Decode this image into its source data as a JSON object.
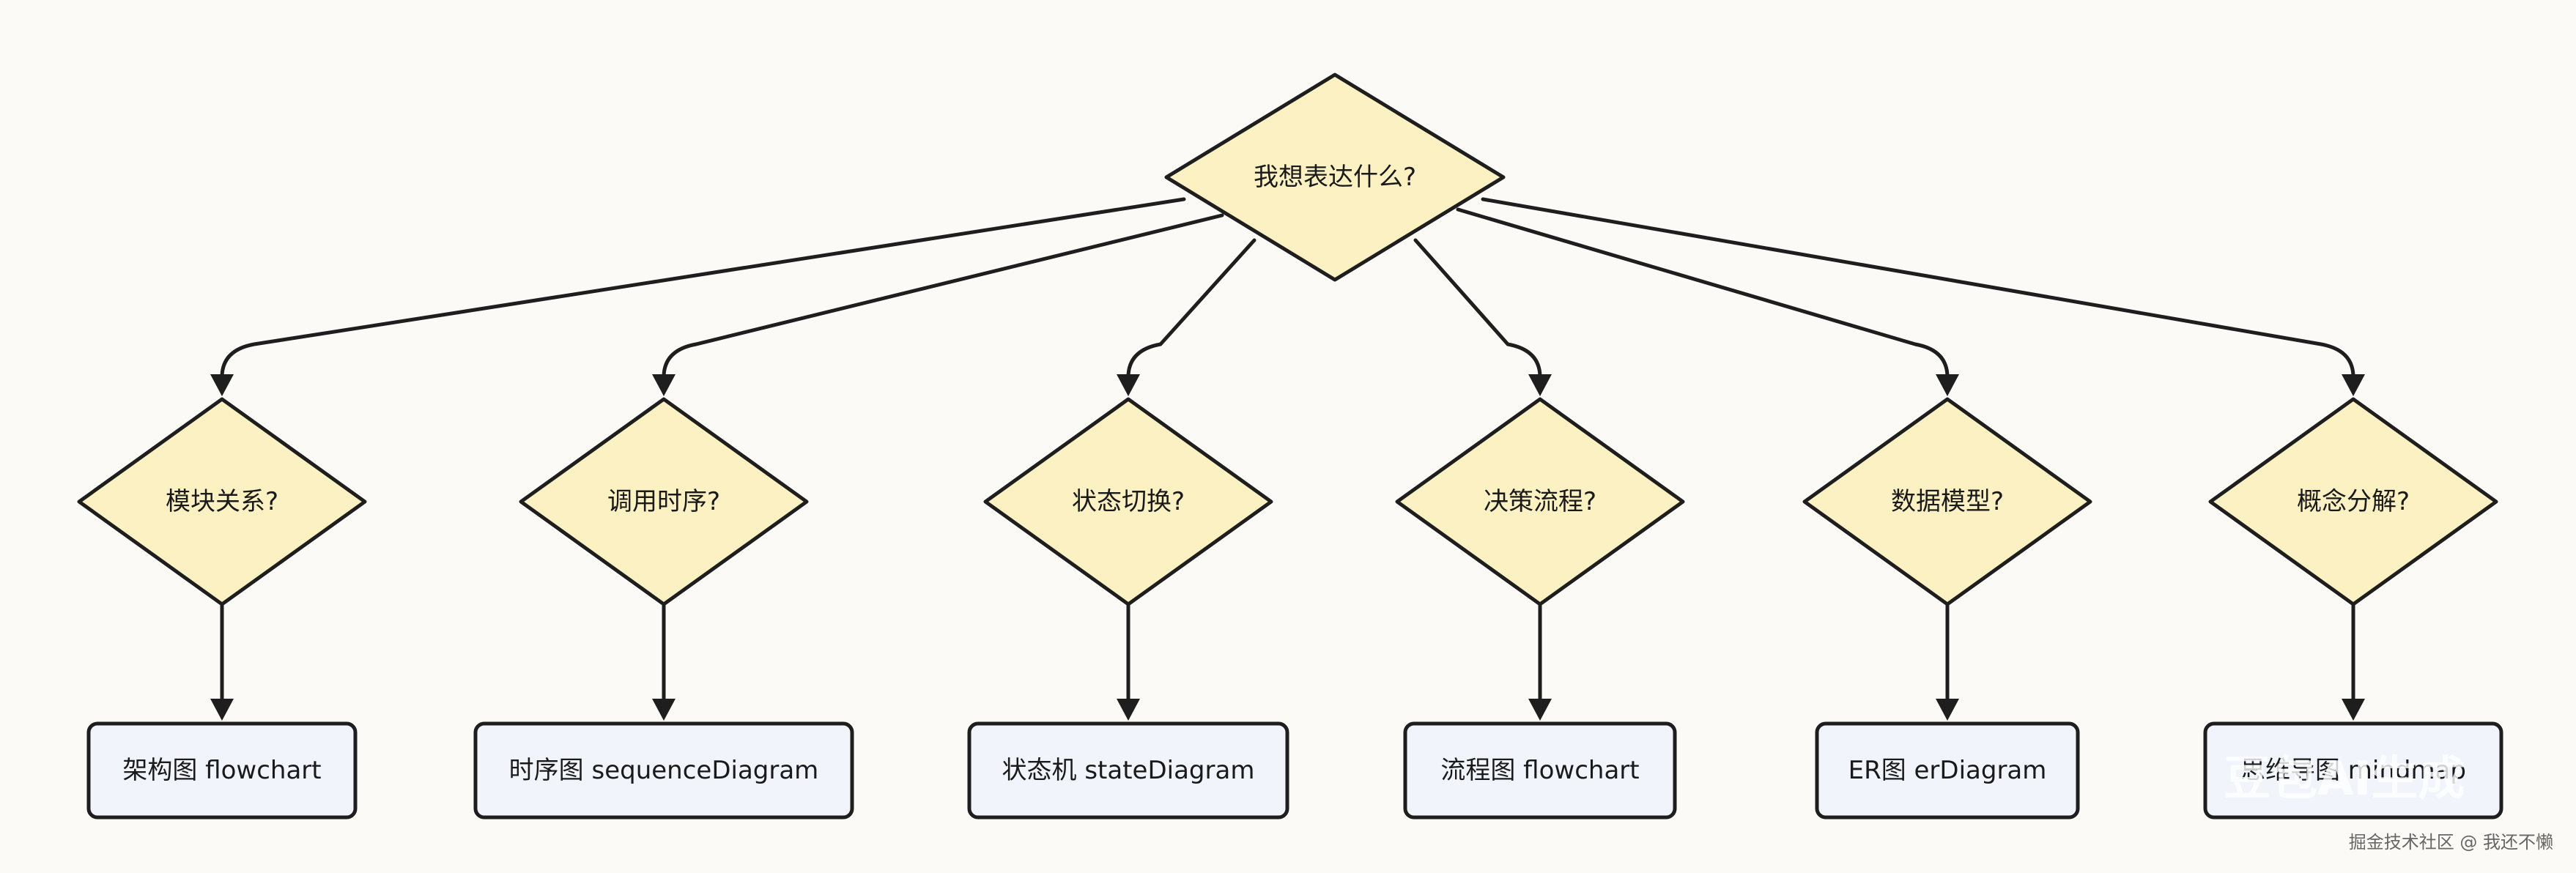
{
  "diagram": {
    "root": {
      "label": "我想表达什么?"
    },
    "questions": [
      {
        "label": "模块关系?",
        "result": "架构图 flowchart"
      },
      {
        "label": "调用时序?",
        "result": "时序图 sequenceDiagram"
      },
      {
        "label": "状态切换?",
        "result": "状态机 stateDiagram"
      },
      {
        "label": "决策流程?",
        "result": "流程图 flowchart"
      },
      {
        "label": "数据模型?",
        "result": "ER图 erDiagram"
      },
      {
        "label": "概念分解?",
        "result": "思维导图 mindmap"
      }
    ],
    "colors": {
      "diamond_fill": "#fbf1c3",
      "box_fill": "#f1f5fb",
      "stroke": "#1e1e1e",
      "background": "#fbfaf6"
    }
  },
  "watermark": {
    "text": "豆包AI生成"
  },
  "credit": {
    "text": "掘金技术社区 @ 我还不懒"
  }
}
